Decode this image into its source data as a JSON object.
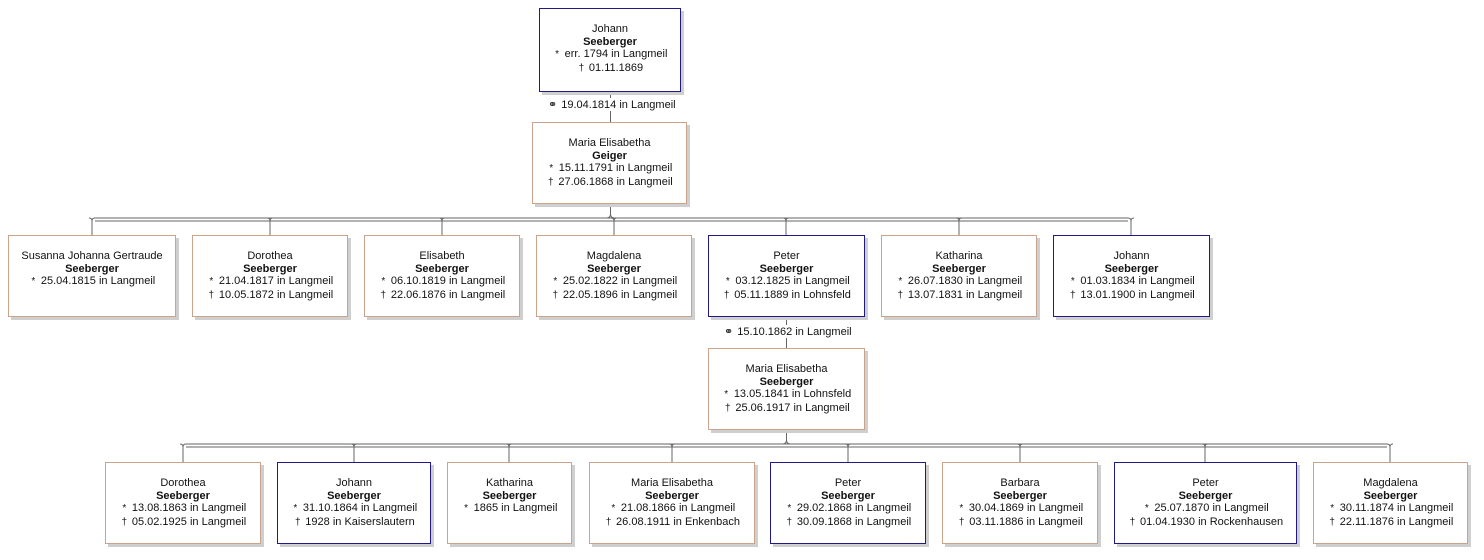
{
  "colors": {
    "male_border": "#1e1a8c",
    "female_border": "#c9a48b",
    "line": "#666666"
  },
  "symbols": {
    "birth": "*",
    "death": "†",
    "marriage": "⚭"
  },
  "root": {
    "given": "Johann",
    "surname": "Seeberger",
    "birth": "err. 1794 in Langmeil",
    "death": "01.11.1869",
    "sex": "m"
  },
  "root_marriage": "19.04.1814 in Langmeil",
  "root_spouse": {
    "given": "Maria Elisabetha",
    "surname": "Geiger",
    "birth": "15.11.1791 in Langmeil",
    "death": "27.06.1868 in Langmeil",
    "sex": "f"
  },
  "children": [
    {
      "given": "Susanna Johanna Gertraude",
      "surname": "Seeberger",
      "birth": "25.04.1815 in Langmeil",
      "sex": "f"
    },
    {
      "given": "Dorothea",
      "surname": "Seeberger",
      "birth": "21.04.1817 in Langmeil",
      "death": "10.05.1872 in Langmeil",
      "sex": "f"
    },
    {
      "given": "Elisabeth",
      "surname": "Seeberger",
      "birth": "06.10.1819 in Langmeil",
      "death": "22.06.1876 in Langmeil",
      "sex": "f"
    },
    {
      "given": "Magdalena",
      "surname": "Seeberger",
      "birth": "25.02.1822 in Langmeil",
      "death": "22.05.1896 in Langmeil",
      "sex": "f"
    },
    {
      "given": "Peter",
      "surname": "Seeberger",
      "birth": "03.12.1825 in Langmeil",
      "death": "05.11.1889 in Lohnsfeld",
      "sex": "m"
    },
    {
      "given": "Katharina",
      "surname": "Seeberger",
      "birth": "26.07.1830 in Langmeil",
      "death": "13.07.1831 in Langmeil",
      "sex": "f"
    },
    {
      "given": "Johann",
      "surname": "Seeberger",
      "birth": "01.03.1834 in Langmeil",
      "death": "13.01.1900 in Langmeil",
      "sex": "m"
    }
  ],
  "peter_marriage": "15.10.1862 in Langmeil",
  "peter_spouse": {
    "given": "Maria Elisabetha",
    "surname": "Seeberger",
    "birth": "13.05.1841 in Lohnsfeld",
    "death": "25.06.1917 in Langmeil",
    "sex": "f"
  },
  "grandchildren": [
    {
      "given": "Dorothea",
      "surname": "Seeberger",
      "birth": "13.08.1863 in Langmeil",
      "death": "05.02.1925 in Langmeil",
      "sex": "f"
    },
    {
      "given": "Johann",
      "surname": "Seeberger",
      "birth": "31.10.1864 in Langmeil",
      "death": "1928 in Kaiserslautern",
      "sex": "m"
    },
    {
      "given": "Katharina",
      "surname": "Seeberger",
      "birth": "1865 in Langmeil",
      "sex": "f"
    },
    {
      "given": "Maria Elisabetha",
      "surname": "Seeberger",
      "birth": "21.08.1866 in Langmeil",
      "death": "26.08.1911 in Enkenbach",
      "sex": "f"
    },
    {
      "given": "Peter",
      "surname": "Seeberger",
      "birth": "29.02.1868 in Langmeil",
      "death": "30.09.1868 in Langmeil",
      "sex": "m"
    },
    {
      "given": "Barbara",
      "surname": "Seeberger",
      "birth": "30.04.1869 in Langmeil",
      "death": "03.11.1886 in Langmeil",
      "sex": "f"
    },
    {
      "given": "Peter",
      "surname": "Seeberger",
      "birth": "25.07.1870 in Langmeil",
      "death": "01.04.1930 in Rockenhausen",
      "sex": "m"
    },
    {
      "given": "Magdalena",
      "surname": "Seeberger",
      "birth": "30.11.1874 in Langmeil",
      "death": "22.11.1876 in Langmeil",
      "sex": "f"
    }
  ]
}
